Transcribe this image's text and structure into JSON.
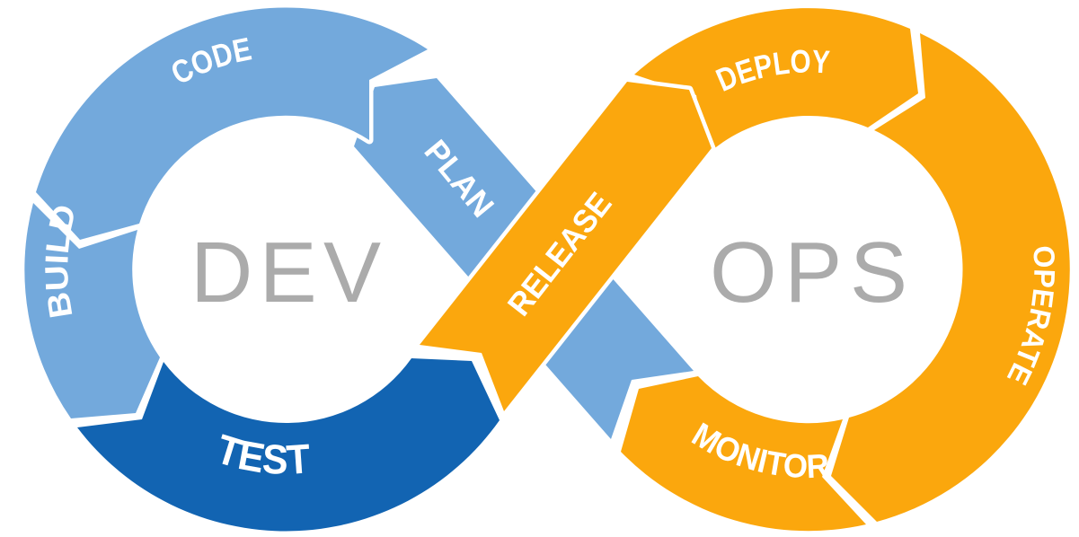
{
  "diagram": {
    "type": "devops-infinity-loop",
    "center_labels": {
      "dev": "DEV",
      "ops": "OPS"
    },
    "stages": {
      "plan": "PLAN",
      "code": "CODE",
      "build": "BUILD",
      "test": "TEST",
      "release": "RELEASE",
      "deploy": "DEPLOY",
      "operate": "OPERATE",
      "monitor": "MONITOR"
    },
    "flow_order": [
      "PLAN",
      "CODE",
      "BUILD",
      "TEST",
      "RELEASE",
      "DEPLOY",
      "OPERATE",
      "MONITOR"
    ],
    "colors": {
      "dev_loop": "#73A9DC",
      "test_segment": "#1264B2",
      "ops_loop": "#FBA70D",
      "center_text": "#ABABAB",
      "stage_text": "#FFFFFF",
      "background": "#FFFFFF"
    }
  }
}
